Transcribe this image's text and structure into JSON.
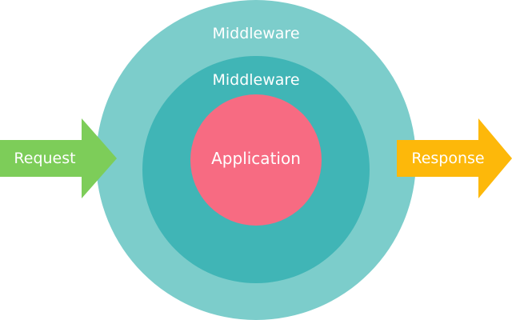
{
  "diagram": {
    "outer_layer": {
      "label": "Middleware",
      "color": "#7ccdcb"
    },
    "inner_layer": {
      "label": "Middleware",
      "color": "#40b5b6"
    },
    "core": {
      "label": "Application",
      "color": "#f76b82"
    },
    "input_arrow": {
      "label": "Request",
      "color": "#7dcd59"
    },
    "output_arrow": {
      "label": "Response",
      "color": "#fdb80a"
    }
  }
}
